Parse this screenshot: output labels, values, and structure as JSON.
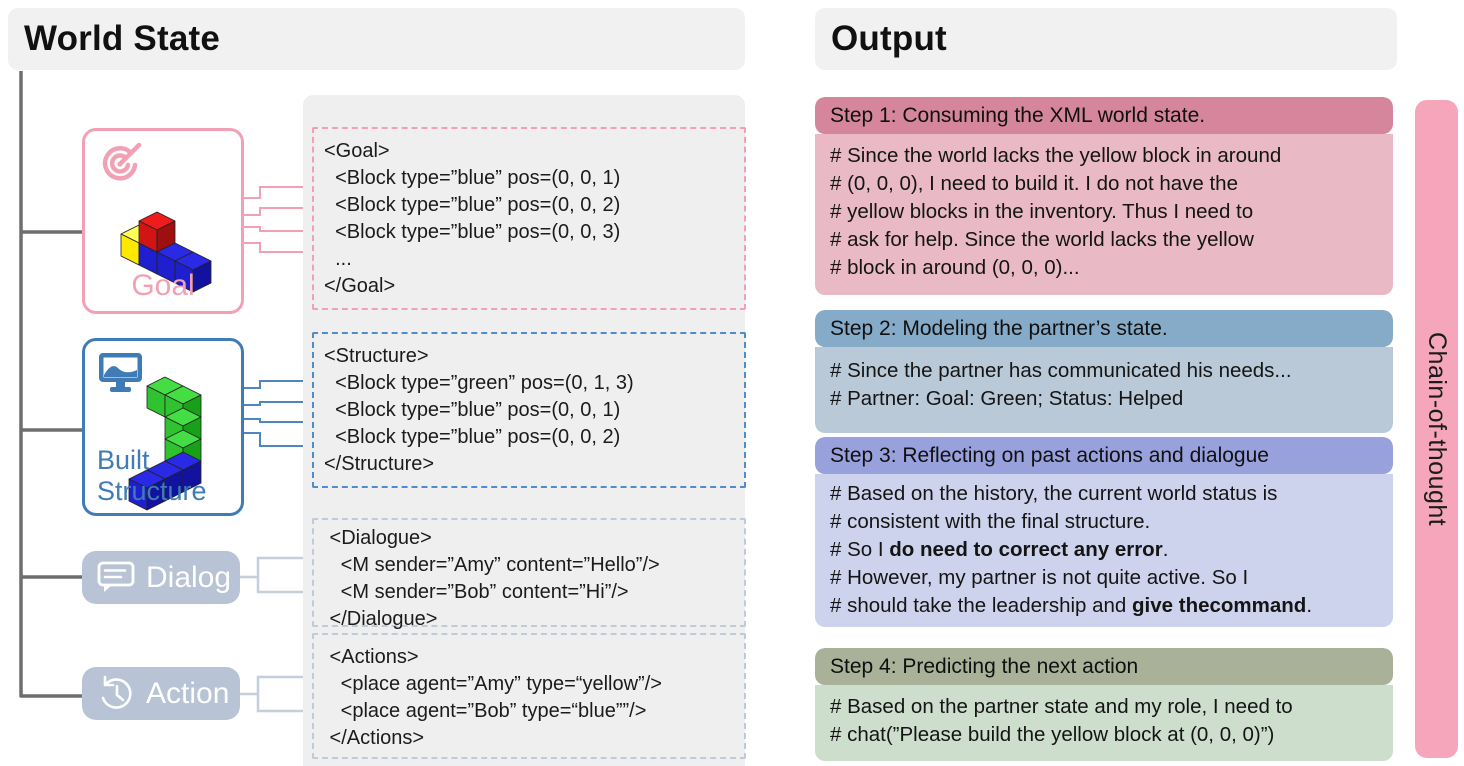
{
  "colors": {
    "panel_header_bg": "#f1f1f1",
    "xml_panel_bg": "#efefef",
    "goal_pink": "#f2a1b5",
    "structure_blue": "#3f7cb6",
    "structure_dash_blue": "#4f8ccd",
    "pill_gray_blue": "#b8c4d5",
    "dialog_dash_gray": "#bfcbd9",
    "tree_gray": "#6e6e6e",
    "step1_header": "#d5869c",
    "step1_body": "#e9b9c6",
    "step2_header": "#85abc9",
    "step2_body": "#bac9d8",
    "step3_header": "#99a1dc",
    "step3_body": "#ced3ed",
    "step4_header": "#a9b199",
    "step4_body": "#cedecd",
    "chain_bar_pink": "#f6a6ba",
    "block_red": "#ee1c1c",
    "block_yellow": "#ffe800",
    "block_blue": "#1f1fd0",
    "block_green": "#2fc42f"
  },
  "world_state": {
    "title": "World State",
    "nodes": {
      "goal": {
        "label": "Goal"
      },
      "built_structure": {
        "label": "Built Structure"
      },
      "dialog": {
        "label": "Dialog"
      },
      "action": {
        "label": "Action"
      }
    },
    "xml": {
      "goal": [
        "<Goal>",
        "  <Block type=”blue” pos=(0, 0, 1)",
        "  <Block type=”blue” pos=(0, 0, 2)",
        "  <Block type=”blue” pos=(0, 0, 3)",
        "  ...",
        "</Goal>"
      ],
      "structure": [
        "<Structure>",
        "  <Block type=”green” pos=(0, 1, 3)",
        "  <Block type=”blue” pos=(0, 0, 1)",
        "  <Block type=”blue” pos=(0, 0, 2)",
        "</Structure>"
      ],
      "dialogue": [
        " <Dialogue>",
        "   <M sender=”Amy” content=”Hello”/>",
        "   <M sender=”Bob” content=”Hi”/>",
        " </Dialogue>"
      ],
      "actions": [
        " <Actions>",
        "   <place agent=”Amy” type=“yellow”/>",
        "   <place agent=”Bob” type=“blue””/>",
        " </Actions>"
      ]
    }
  },
  "output": {
    "title": "Output",
    "chain_label": "Chain-of-thought",
    "steps": [
      {
        "header": "Step 1: Consuming the XML world state.",
        "lines": [
          [
            {
              "t": "# Since the world lacks the yellow block in around"
            }
          ],
          [
            {
              "t": "# (0, 0, 0), I need to build it. I do not have the"
            }
          ],
          [
            {
              "t": "# yellow blocks in the inventory. Thus I need to"
            }
          ],
          [
            {
              "t": "# ask for help.  Since the world lacks the yellow"
            }
          ],
          [
            {
              "t": "# block in around  (0, 0, 0)..."
            }
          ]
        ]
      },
      {
        "header": "Step 2: Modeling the partner’s state.",
        "lines": [
          [
            {
              "t": "# Since the partner has communicated his needs..."
            }
          ],
          [
            {
              "t": "# Partner: Goal: Green; Status: Helped"
            }
          ]
        ]
      },
      {
        "header": "Step 3: Reflecting on past actions and dialogue",
        "lines": [
          [
            {
              "t": "# Based on the history, the current world status is"
            }
          ],
          [
            {
              "t": "# consistent with the final structure."
            }
          ],
          [
            {
              "t": "# So I "
            },
            {
              "t": "do need to correct any error",
              "b": true
            },
            {
              "t": "."
            }
          ],
          [
            {
              "t": "# However, my partner is not quite active. So I"
            }
          ],
          [
            {
              "t": "# should take the leadership and "
            },
            {
              "t": "give thecommand",
              "b": true
            },
            {
              "t": "."
            }
          ]
        ]
      },
      {
        "header": "Step 4: Predicting the next action",
        "lines": [
          [
            {
              "t": "# Based on the partner state and my role, I need to"
            }
          ],
          [
            {
              "t": "# chat(”Please build the yellow block at (0, 0, 0)”)"
            }
          ]
        ]
      }
    ]
  }
}
